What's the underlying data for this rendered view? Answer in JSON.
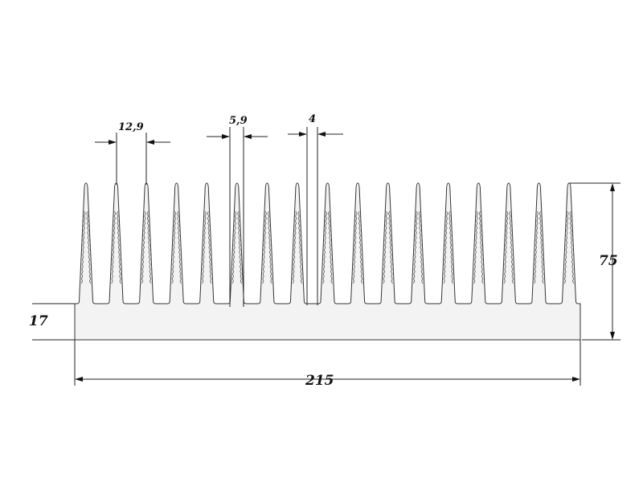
{
  "drawing": {
    "fin_count": 17,
    "dimensions": {
      "pitch": "12,9",
      "fin_base_width": "5,9",
      "fin_gap": "4",
      "total_height": "75",
      "base_thickness": "17",
      "total_width": "215"
    },
    "colors": {
      "outline": "#333333",
      "fill": "#f3f3f3",
      "dimension": "#111111"
    }
  }
}
